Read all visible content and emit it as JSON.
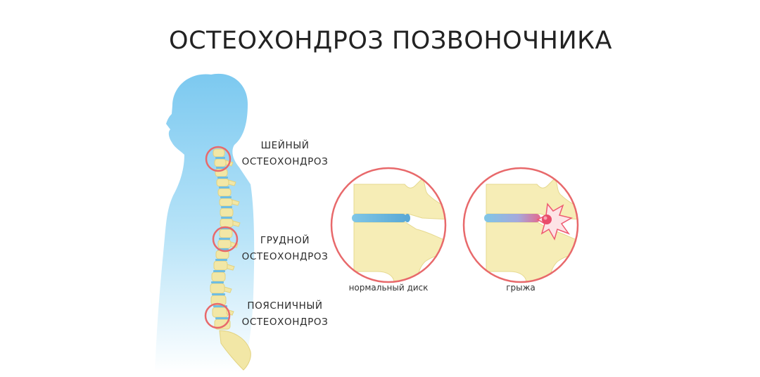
{
  "title": "ОСТЕОХОНДРОЗ ПОЗВОНОЧНИКА",
  "regions": [
    {
      "line1": "ШЕЙНЫЙ",
      "line2": "ОСТЕОХОНДРОЗ"
    },
    {
      "line1": "ГРУДНОЙ",
      "line2": "ОСТЕОХОНДРОЗ"
    },
    {
      "line1": "ПОЯСНИЧНЫЙ",
      "line2": "ОСТЕОХОНДРОЗ"
    }
  ],
  "discs": [
    {
      "caption": "нормальный диск"
    },
    {
      "caption": "грыжа"
    }
  ],
  "colors": {
    "highlight_circle": "#e8696b",
    "body_silhouette": "#8fd3f4",
    "bone": "#f6edb6",
    "disc": "#78c3e4",
    "herniation": "#e94c6b"
  }
}
